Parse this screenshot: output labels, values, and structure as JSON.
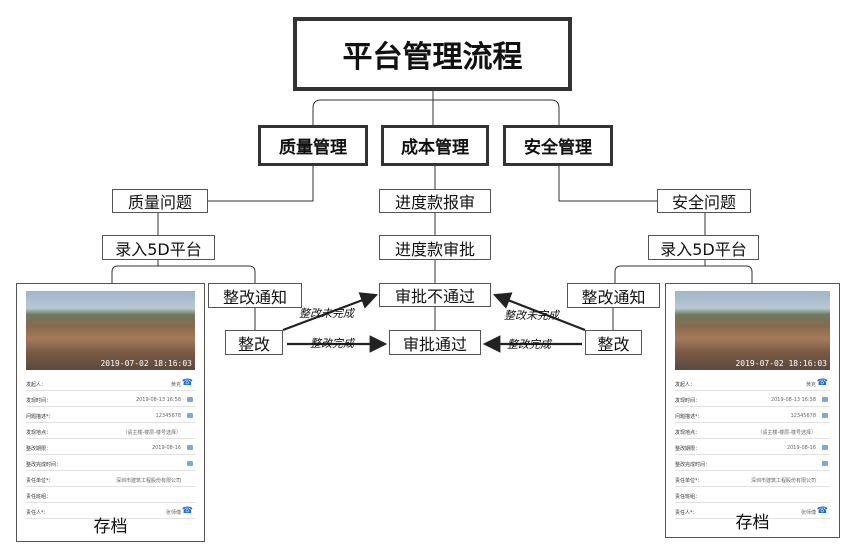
{
  "title": "平台管理流程",
  "heads": {
    "quality": "质量管理",
    "cost": "成本管理",
    "safety": "安全管理"
  },
  "left": {
    "issue": "质量问题",
    "entry": "录入5D平台",
    "notice": "整改通知",
    "rectify": "整改"
  },
  "center": {
    "progress_submit": "进度款报审",
    "progress_approve": "进度款审批",
    "reject": "审批不通过",
    "pass": "审批通过"
  },
  "right": {
    "issue": "安全问题",
    "entry": "录入5D平台",
    "notice": "整改通知",
    "rectify": "整改"
  },
  "edge_labels": {
    "not_done": "整改未完成",
    "done": "整改完成"
  },
  "card": {
    "timestamp": "2019-07-02 18:16:03",
    "archive": "存档",
    "rows": [
      {
        "k": "发起人：",
        "v": "黄克",
        "icon": "phone-icon"
      },
      {
        "k": "发现时间：",
        "v": "2019-08-13 16:58",
        "icon": "calendar-icon"
      },
      {
        "k": "问题描述*：",
        "v": "12345678",
        "icon": "edit-icon"
      },
      {
        "k": "发现地点：",
        "v": "（请主楼-楼层-楼号选择）",
        "icon": ""
      },
      {
        "k": "整改期限：",
        "v": "2019-08-16",
        "icon": "calendar-icon"
      },
      {
        "k": "整改完成时间：",
        "v": "",
        "icon": "calendar-icon"
      },
      {
        "k": "责任单位*：",
        "v": "深圳市建筑工程股份有限公司",
        "icon": ""
      },
      {
        "k": "责任班组：",
        "v": "",
        "icon": ""
      },
      {
        "k": "责任人*：",
        "v": "张师傅",
        "icon": "phone-icon"
      }
    ]
  },
  "colors": {
    "line": "#333333",
    "border": "#555555"
  }
}
